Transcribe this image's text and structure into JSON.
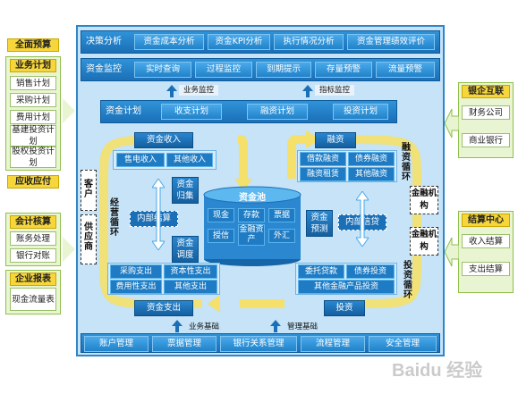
{
  "left": {
    "budget": "全面预算",
    "biz_plan": {
      "head": "业务计划",
      "items": [
        "销售计划",
        "采购计划",
        "费用计划",
        "基建投资计划",
        "股权投资计划"
      ]
    },
    "receivable": "应收应付",
    "accounting": {
      "head": "会计核算",
      "items": [
        "账务处理",
        "银行对账"
      ]
    },
    "report": {
      "head": "企业报表",
      "items": [
        "现金流量表"
      ]
    }
  },
  "right": {
    "bank": {
      "head": "银企互联",
      "items": [
        "财务公司",
        "商业银行"
      ]
    },
    "settle": {
      "head": "结算中心",
      "items": [
        "收入结算",
        "支出结算"
      ]
    }
  },
  "rows": {
    "decision": {
      "label": "决策分析",
      "items": [
        "资金成本分析",
        "资金KPI分析",
        "执行情况分析",
        "资金管理绩效评价"
      ]
    },
    "monitor": {
      "label": "资金监控",
      "items": [
        "实时查询",
        "过程监控",
        "到期提示",
        "存量预警",
        "流量预警"
      ]
    },
    "plan": {
      "label": "资金计划",
      "items": [
        "收支计划",
        "融资计划",
        "投资计划"
      ]
    },
    "base": {
      "items": [
        "账户管理",
        "票据管理",
        "银行关系管理",
        "流程管理",
        "安全管理"
      ]
    }
  },
  "tags": {
    "biz_monitor": "业务监控",
    "idx_monitor": "指标监控",
    "biz_base": "业务基础",
    "mgmt_base": "管理基础"
  },
  "income": {
    "title": "资金收入",
    "items": [
      "售电收入",
      "其他收入"
    ]
  },
  "expense": {
    "title": "资金支出",
    "items": [
      "采购支出",
      "资本性支出",
      "费用性支出",
      "其他支出"
    ]
  },
  "financing": {
    "title": "融资",
    "items": [
      "借款融资",
      "债券融资",
      "融资租赁",
      "其他融资"
    ]
  },
  "investment": {
    "title": "投资",
    "items": [
      "委托贷款",
      "债券投资",
      "其他金融产品投资"
    ]
  },
  "pool": {
    "title": "资金池",
    "items": [
      "现金",
      "存款",
      "票据",
      "授信",
      "金融资产",
      "外汇"
    ]
  },
  "center": {
    "gather": "资金归集",
    "dispatch": "资金调度",
    "internal_settle": "内部结算",
    "internal_credit": "内部信贷",
    "forecast": "资金预测"
  },
  "cycles": {
    "operating": "经营循环",
    "financing": "融资循环",
    "investing": "投资循环"
  },
  "parties": {
    "customer": "客户",
    "supplier": "供应商",
    "fin_inst_top": "金融机构",
    "fin_inst_bottom": "金融机构"
  },
  "watermark": "Baidu 经验",
  "colors": {
    "main_bg": "#c6e3f7",
    "button_blue": "#2082c9",
    "yellow": "#f6d63a",
    "green_panel": "#e9f5d2"
  }
}
